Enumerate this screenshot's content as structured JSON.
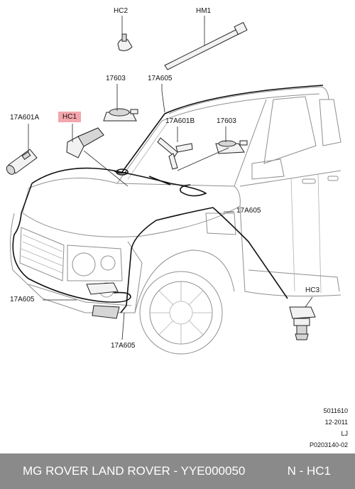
{
  "labels": {
    "hc2": "HC2",
    "hm1": "HM1",
    "p17603_top": "17603",
    "p17a605_top": "17A605",
    "p17a601a": "17A601A",
    "hc1": "HC1",
    "p17a601b": "17A601B",
    "p17603_right": "17603",
    "p17a605_right": "17A605",
    "p17a605_left": "17A605",
    "p17a605_bottom": "17A605",
    "hc3": "HC3"
  },
  "meta": {
    "code": "5011610",
    "date": "12-2011",
    "initials": "LJ",
    "ref": "P0203140-02"
  },
  "footer": {
    "title": "MG ROVER LAND ROVER - YYE000050",
    "part": "N - HC1"
  },
  "colors": {
    "footer_bg": "#8a8a8a",
    "highlight": "#f4a6ad"
  }
}
